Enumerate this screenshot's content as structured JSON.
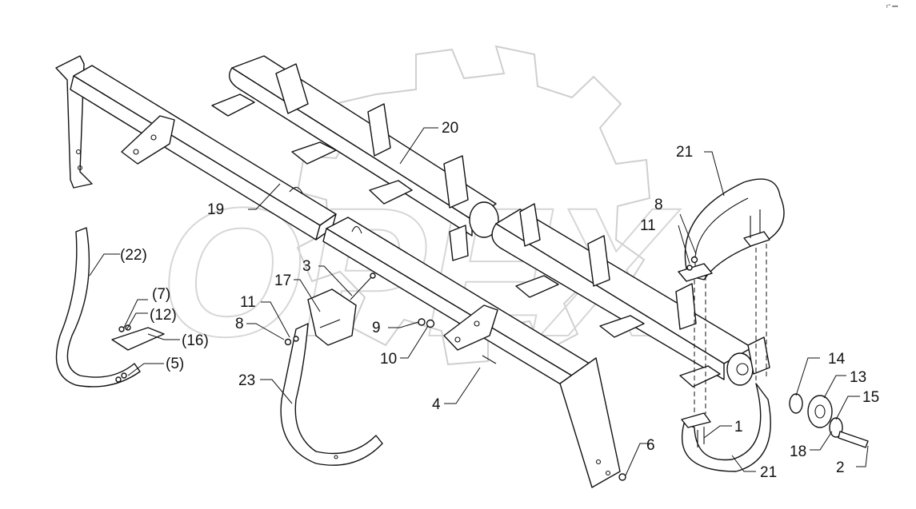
{
  "diagram": {
    "corner_mark": "r° ▪▪▪",
    "watermark": "OPEX",
    "labels": [
      "20",
      "21",
      "19",
      "8",
      "11",
      "(22)",
      "3",
      "17",
      "11",
      "8",
      "(7)",
      "(12)",
      "(16)",
      "9",
      "10",
      "(5)",
      "23",
      "4",
      "14",
      "13",
      "15",
      "1",
      "6",
      "18",
      "2",
      "21"
    ]
  }
}
